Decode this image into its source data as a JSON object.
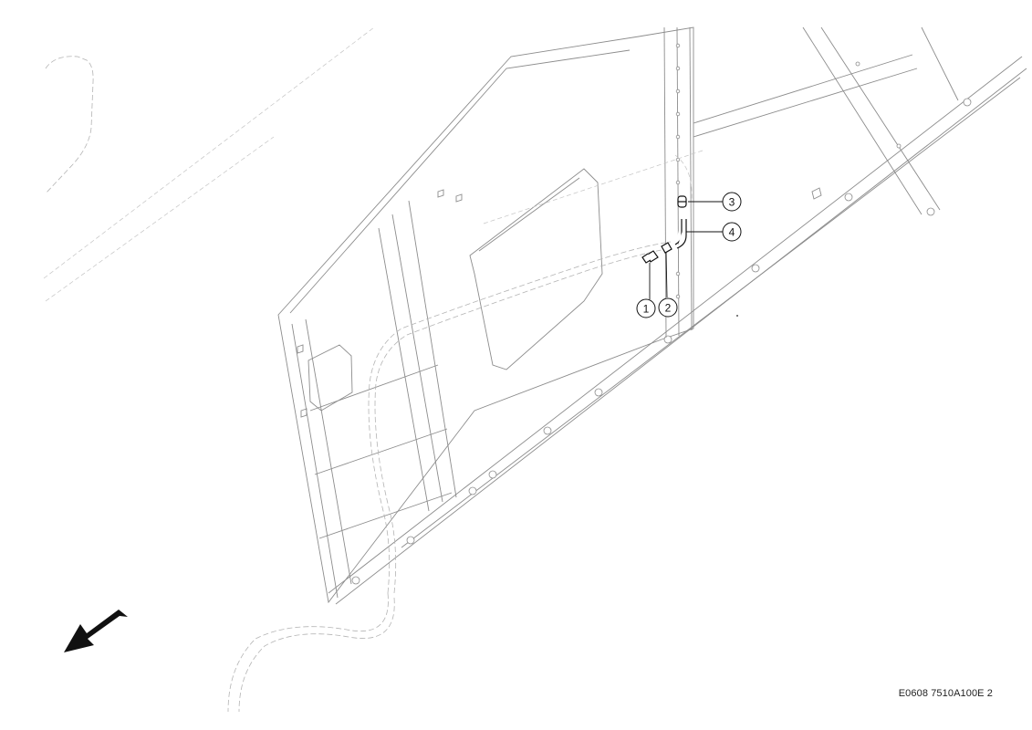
{
  "callouts": [
    {
      "number": "1"
    },
    {
      "number": "2"
    },
    {
      "number": "3"
    },
    {
      "number": "4"
    }
  ],
  "reference_code": "E0608 7510A100E 2",
  "colors": {
    "line_primary": "#111111",
    "line_ghost": "#b4b4b4",
    "arrow_fill": "#111111"
  },
  "icons": {
    "direction_arrow": "arrow-down-left-icon"
  }
}
